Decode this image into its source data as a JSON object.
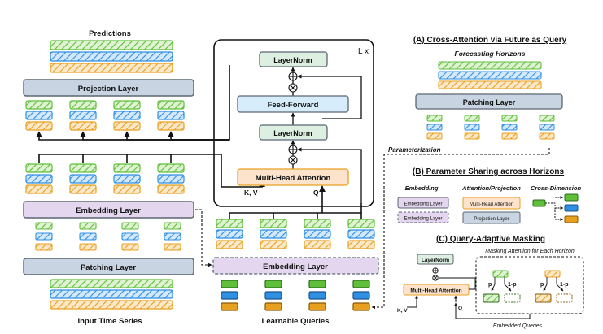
{
  "left": {
    "predictions_label": "Predictions",
    "projection_label": "Projection Layer",
    "embedding_label": "Embedding Layer",
    "patching_label": "Patching Layer",
    "input_label": "Input Time Series"
  },
  "block": {
    "repeat_label": "L x",
    "layernorm_top": "LayerNorm",
    "feedforward": "Feed-Forward",
    "layernorm_mid": "LayerNorm",
    "mha": "Multi-Head Attention",
    "kv_label": "K, V",
    "q_label": "Q"
  },
  "queries": {
    "embedding_label": "Embedding Layer",
    "caption": "Learnable Queries"
  },
  "panel_a": {
    "title": "(A) Cross-Attention via Future as Query",
    "subtitle": "Forecasting Horizons",
    "patching": "Patching Layer",
    "param_label": "Parameterization"
  },
  "panel_b": {
    "title": "(B) Parameter Sharing across Horizons",
    "col_embedding": "Embedding",
    "col_attention": "Attention/Projection",
    "col_cross": "Cross-Dimension",
    "emb_box_1": "Embedding Layer",
    "emb_box_2": "Embedding Layer",
    "mha_box": "Multi-Head Attention",
    "proj_box": "Projection Layer"
  },
  "panel_c": {
    "title": "(C) Query-Adaptive Masking",
    "layernorm": "LayerNorm",
    "mha": "Multi-Head Attention",
    "kv_label": "K, V",
    "q_label": "Q",
    "mask_title": "Masking Attention for Each Horizon",
    "p_left": "p",
    "not_p_left": "1-p",
    "p_right": "p",
    "not_p_right": "1-p",
    "embedded_label": "Embedded Queries"
  },
  "colors": {
    "green": "#5fbf3a",
    "blue": "#2f8fe0",
    "orange": "#e8a020",
    "purple_fill": "#e4d6ee",
    "gray_fill": "#c8d4e2",
    "gray_stroke": "#5a6672",
    "ff_fill": "#d6ecfa",
    "ln_fill": "#dcefe0",
    "mha_fill": "#fde3cc"
  }
}
